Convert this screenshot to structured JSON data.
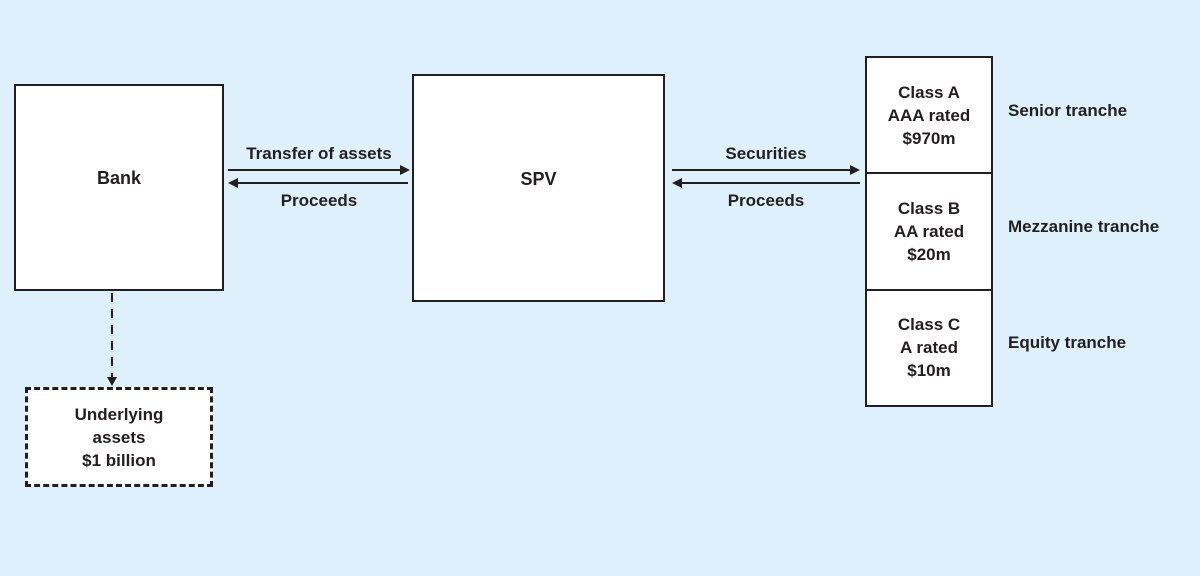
{
  "colors": {
    "background": "#ddf0fb",
    "box_fill": "#ffffff",
    "line": "#231f20",
    "text": "#231f20"
  },
  "boxes": {
    "bank": "Bank",
    "spv": "SPV",
    "underlying": {
      "line1": "Underlying",
      "line2": "assets",
      "line3": "$1 billion"
    }
  },
  "flows": {
    "bank_to_spv": "Transfer of assets",
    "spv_to_bank": "Proceeds",
    "spv_to_investors": "Securities",
    "investors_to_spv": "Proceeds"
  },
  "tranches": [
    {
      "name": "Class A",
      "rating": "AAA rated",
      "amount": "$970m",
      "label": "Senior tranche"
    },
    {
      "name": "Class B",
      "rating": "AA rated",
      "amount": "$20m",
      "label": "Mezzanine tranche"
    },
    {
      "name": "Class C",
      "rating": "A rated",
      "amount": "$10m",
      "label": "Equity tranche"
    }
  ]
}
